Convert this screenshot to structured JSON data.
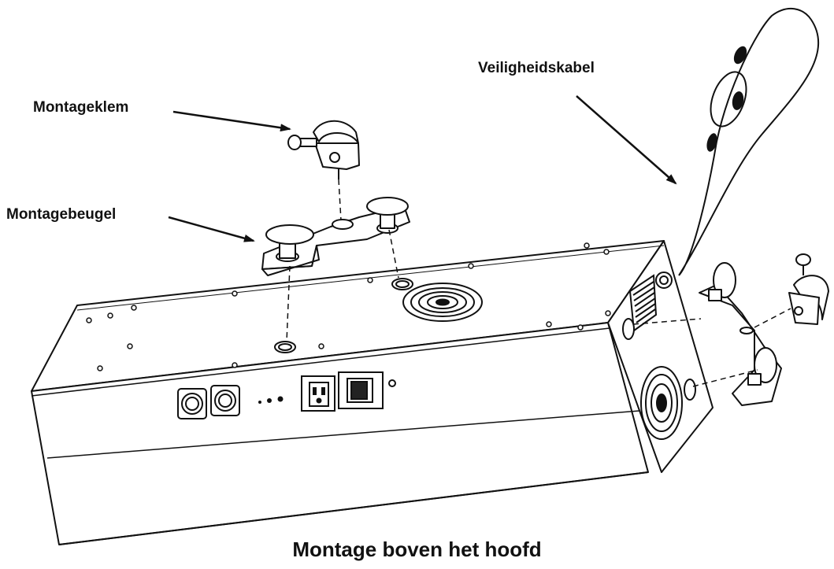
{
  "labels": {
    "clamp": "Montageklem",
    "bracket": "Montagebeugel",
    "safety_cable": "Veiligheidskabel"
  },
  "caption": "Montage boven het hoofd",
  "colors": {
    "line": "#111111",
    "background": "#ffffff"
  }
}
